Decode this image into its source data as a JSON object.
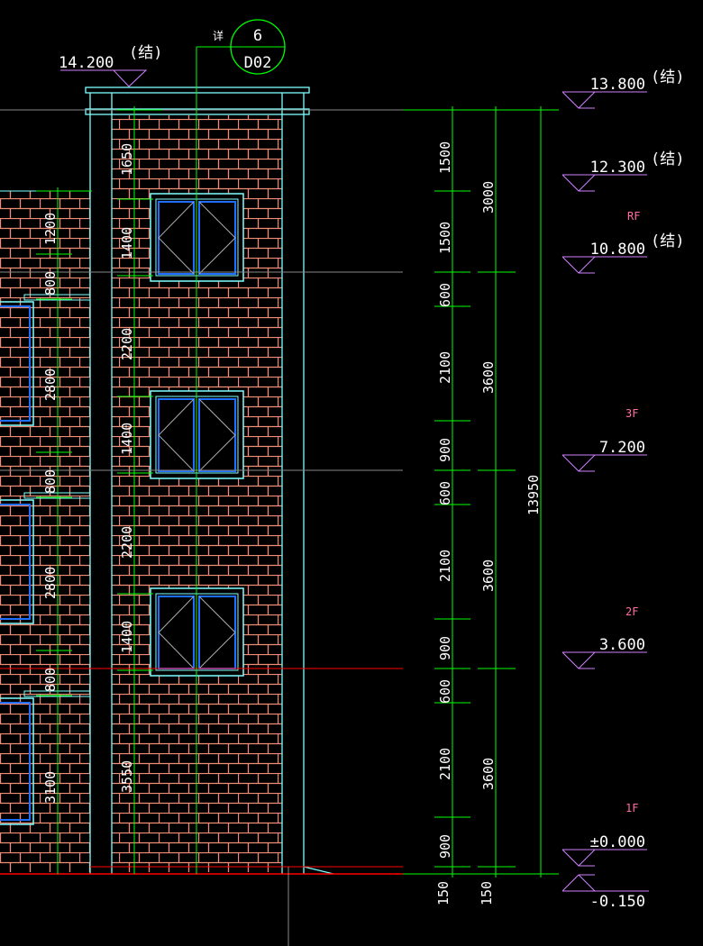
{
  "detail_callout": {
    "prefix": "详",
    "number": "6",
    "sheet": "D02"
  },
  "parapet_level": {
    "value": "14.200",
    "note": "(结)"
  },
  "levels": [
    {
      "value": "13.800",
      "note": "(结)"
    },
    {
      "value": "12.300",
      "note": "(结)"
    },
    {
      "value": "10.800",
      "note": "(结)"
    },
    {
      "value": "7.200",
      "note": ""
    },
    {
      "value": "3.600",
      "note": ""
    },
    {
      "value": "±0.000",
      "note": ""
    },
    {
      "value": "-0.150",
      "note": ""
    }
  ],
  "floors": [
    "RF",
    "3F",
    "2F",
    "1F"
  ],
  "dims_chain1": [
    "1500",
    "1500",
    "600",
    "2100",
    "900",
    "600",
    "2100",
    "900",
    "600",
    "2100",
    "900",
    "150"
  ],
  "dims_chain2": [
    "3000",
    "3600",
    "3600",
    "3600",
    "150"
  ],
  "dims_total": "13950",
  "tower_dims": [
    "1650",
    "1400",
    "2200",
    "1400",
    "2200",
    "1400",
    "3550"
  ],
  "wall_dims": [
    "1200",
    "800",
    "2800",
    "800",
    "2800",
    "800",
    "3100"
  ],
  "colors": {
    "brick": "#f08c78",
    "outline": "#7fffff",
    "dim": "#00ff00",
    "level": "#d080ff",
    "axis": "#ff0000"
  }
}
